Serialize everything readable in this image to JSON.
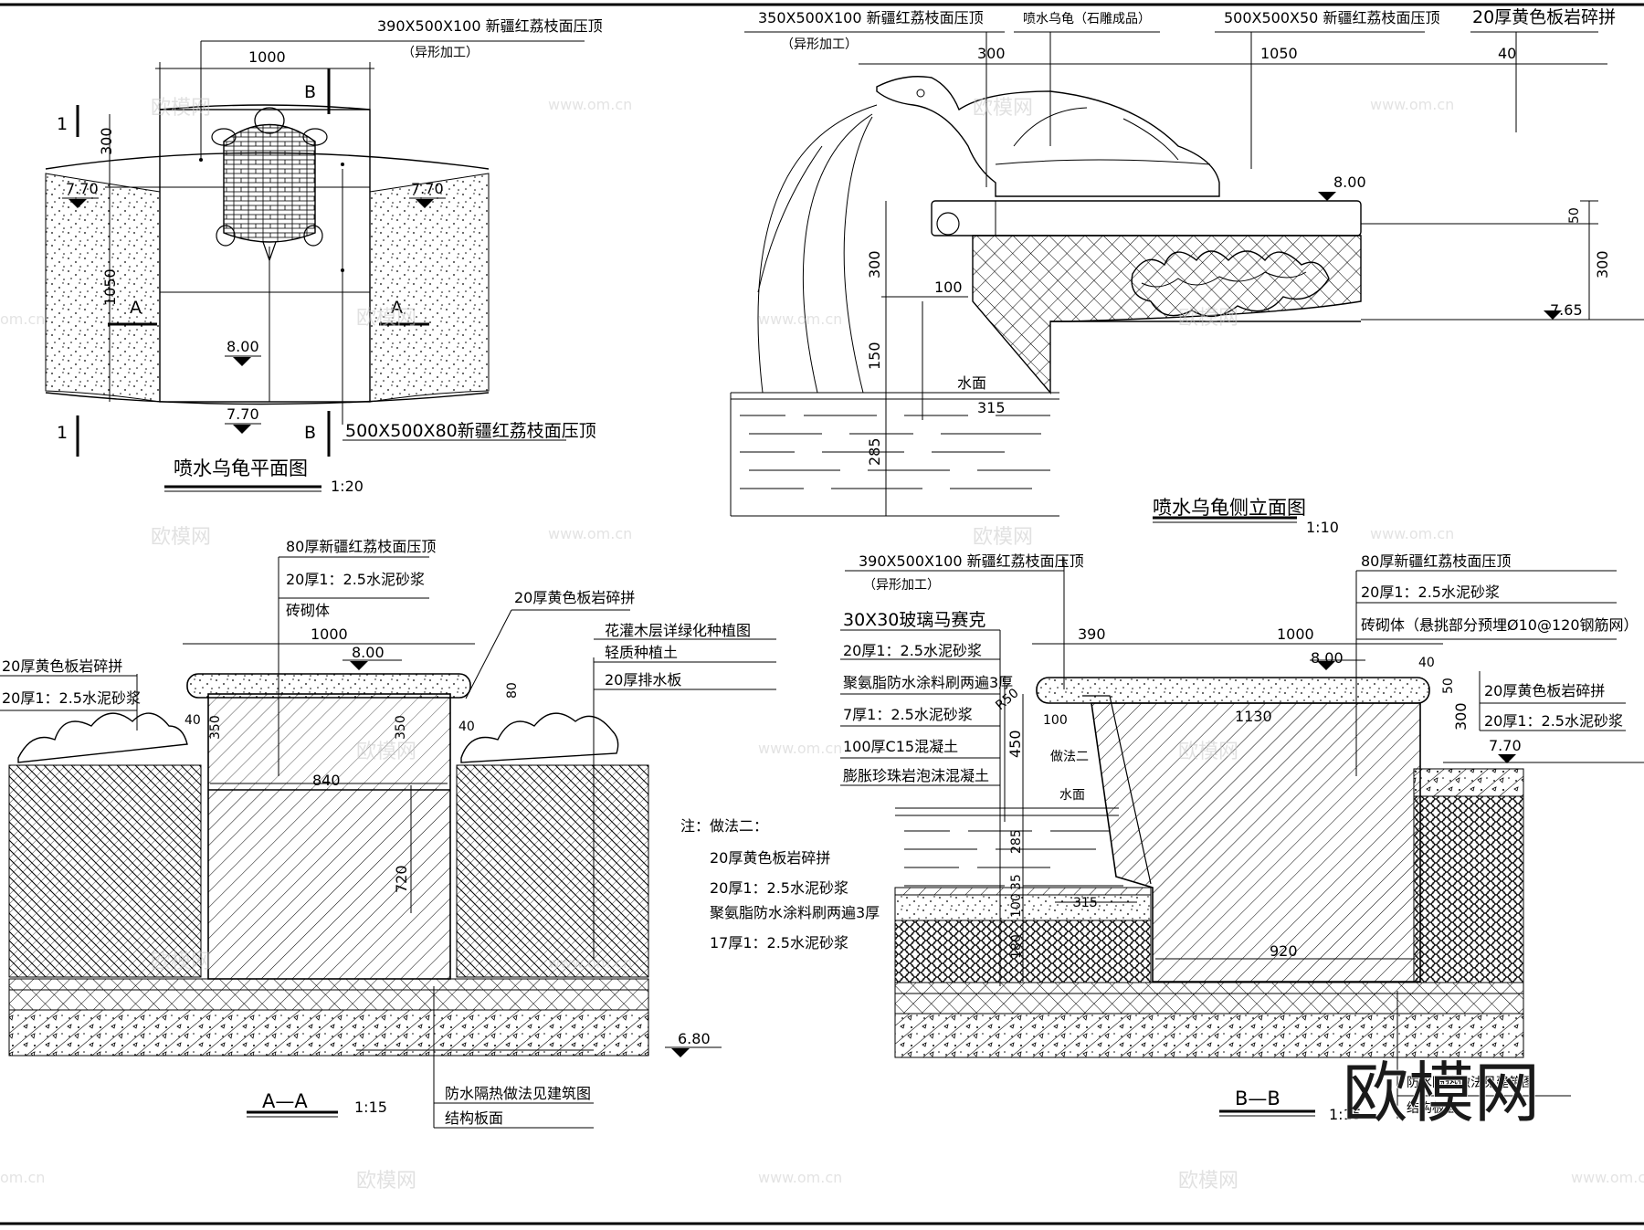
{
  "brand": {
    "logo_text": "欧模网",
    "url_text": "www.om.cn",
    "short_url": "om.cn"
  },
  "plan": {
    "title": "喷水乌龟平面图",
    "scale": "1:20",
    "top_note_1": "390X500X100 新疆红荔枝面压顶",
    "top_note_2": "（异形加工）",
    "dim_1000": "1000",
    "dim_300": "300",
    "dim_1050": "1050",
    "elev_left": "7.70",
    "elev_right": "7.70",
    "elev_mid": "8.00",
    "elev_bottom": "7.70",
    "mark_B": "B",
    "mark_1": "1",
    "mark_A": "A",
    "bottom_note": "500X500X80新疆红荔枝面压顶"
  },
  "side": {
    "title": "喷水乌龟侧立面图",
    "scale": "1:10",
    "note_left_1": "350X500X100 新疆红荔枝面压顶",
    "note_left_2": "（异形加工）",
    "note_turtle": "喷水乌龟（石雕成品）",
    "note_cap": "500X500X50 新疆红荔枝面压顶",
    "note_right": "20厚黄色板岩碎拼",
    "dim_300": "300",
    "dim_1050": "1050",
    "dim_40": "40",
    "elev_top": "8.00",
    "dim_50": "50",
    "dim_300_right": "300",
    "dim_300_left": "300",
    "dim_100": "100",
    "elev_right": "7.65",
    "dim_150": "150",
    "water": "水面",
    "dim_315": "315",
    "dim_285": "285"
  },
  "section_a": {
    "title": "A—A",
    "scale": "1:15",
    "layers_top": [
      "80厚新疆红荔枝面压顶",
      "20厚1：2.5水泥砂浆",
      "砖砌体"
    ],
    "slate": "20厚黄色板岩碎拼",
    "left_layers": [
      "20厚黄色板岩碎拼",
      "20厚1：2.5水泥砂浆"
    ],
    "planting": [
      "花灌木层详绿化种植图",
      "轻质种植土",
      "20厚排水板"
    ],
    "dim_1000": "1000",
    "elev": "8.00",
    "dim_80": "80",
    "dim_40_left": "40",
    "dim_40_right": "40",
    "dim_350_left": "350",
    "dim_350_right": "350",
    "dim_840": "840",
    "dim_720": "720",
    "elev_bottom": "6.80",
    "bottom_notes": [
      "防水隔热做法见建筑图",
      "结构板面"
    ],
    "note_title": "注：做法二：",
    "notes": [
      "20厚黄色板岩碎拼",
      "20厚1：2.5水泥砂浆",
      "聚氨脂防水涂料刷两遍3厚",
      "17厚1：2.5水泥砂浆"
    ]
  },
  "section_b": {
    "title": "B—B",
    "scale": "1:15",
    "top_note_1": "390X500X100 新疆红荔枝面压顶",
    "top_note_2": "（异形加工）",
    "left_layers": [
      "30X30玻璃马赛克",
      "20厚1：2.5水泥砂浆",
      "聚氨脂防水涂料刷两遍3厚",
      "7厚1：2.5水泥砂浆",
      "100厚C15混凝土",
      "膨胀珍珠岩泡沫混凝土"
    ],
    "right_top_layers": [
      "80厚新疆红荔枝面压顶",
      "20厚1：2.5水泥砂浆",
      "砖砌体（悬挑部分预埋Ø10@120钢筋网）"
    ],
    "right_layers": [
      "20厚黄色板岩碎拼",
      "20厚1：2.5水泥砂浆"
    ],
    "dim_390": "390",
    "dim_1000": "1000",
    "elev_top": "8.00",
    "dim_40": "40",
    "dim_50": "50",
    "dim_300": "300",
    "elev_right": "7.70",
    "r50": "R50",
    "dim_100": "100",
    "dim_1130": "1130",
    "dim_450": "450",
    "method": "做法二",
    "water": "水面",
    "dim_285": "285",
    "dim_35": "35",
    "dim_100b": "100",
    "dim_315": "315",
    "dim_180": "180",
    "dim_920": "920",
    "bottom_notes": [
      "防水隔热做法见建筑图",
      "结构板面"
    ]
  }
}
